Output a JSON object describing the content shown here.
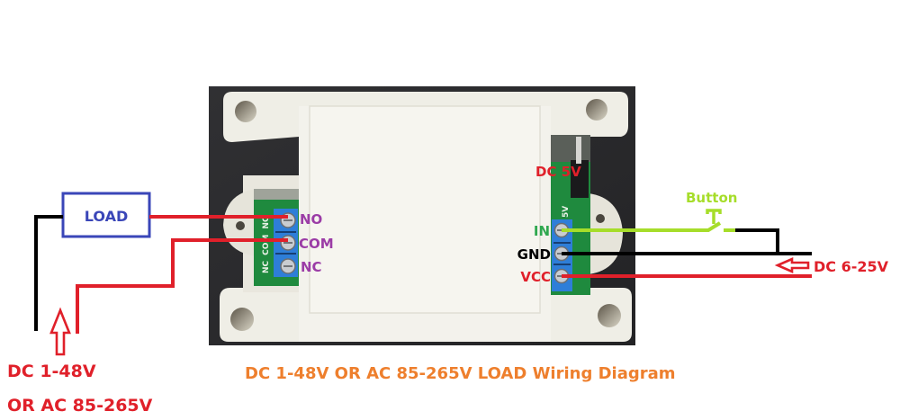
{
  "title": "DC 1-48V OR AC 85-265V LOAD Wiring Diagram",
  "load_box": {
    "label": "LOAD"
  },
  "load_supply": {
    "line1": "DC 1-48V",
    "line2": "OR AC 85-265V"
  },
  "relay_terminals": [
    {
      "label": "NO",
      "pcb_text": "NO"
    },
    {
      "label": "COM",
      "pcb_text": "COM"
    },
    {
      "label": "NC",
      "pcb_text": "NC"
    }
  ],
  "control_terminals": [
    {
      "label": "IN"
    },
    {
      "label": "GND"
    },
    {
      "label": "VCC"
    }
  ],
  "dc5v_label": "DC 5V",
  "pcb_5v_text": "5V",
  "button_label": "Button",
  "control_supply_label": "DC 6-25V",
  "colors": {
    "title": "#ee7f2d",
    "red": "#e0202a",
    "black": "#000000",
    "green_wire": "#a6dd2a",
    "in_label": "#2fa84f",
    "purple": "#9b3ca6",
    "load_blue": "#3a46b8",
    "enclosure": "#f2f1ea",
    "backdrop": "#2c2c2e",
    "terminal_blue": "#2e7ed8",
    "pcb_green": "#1f8a3e"
  }
}
